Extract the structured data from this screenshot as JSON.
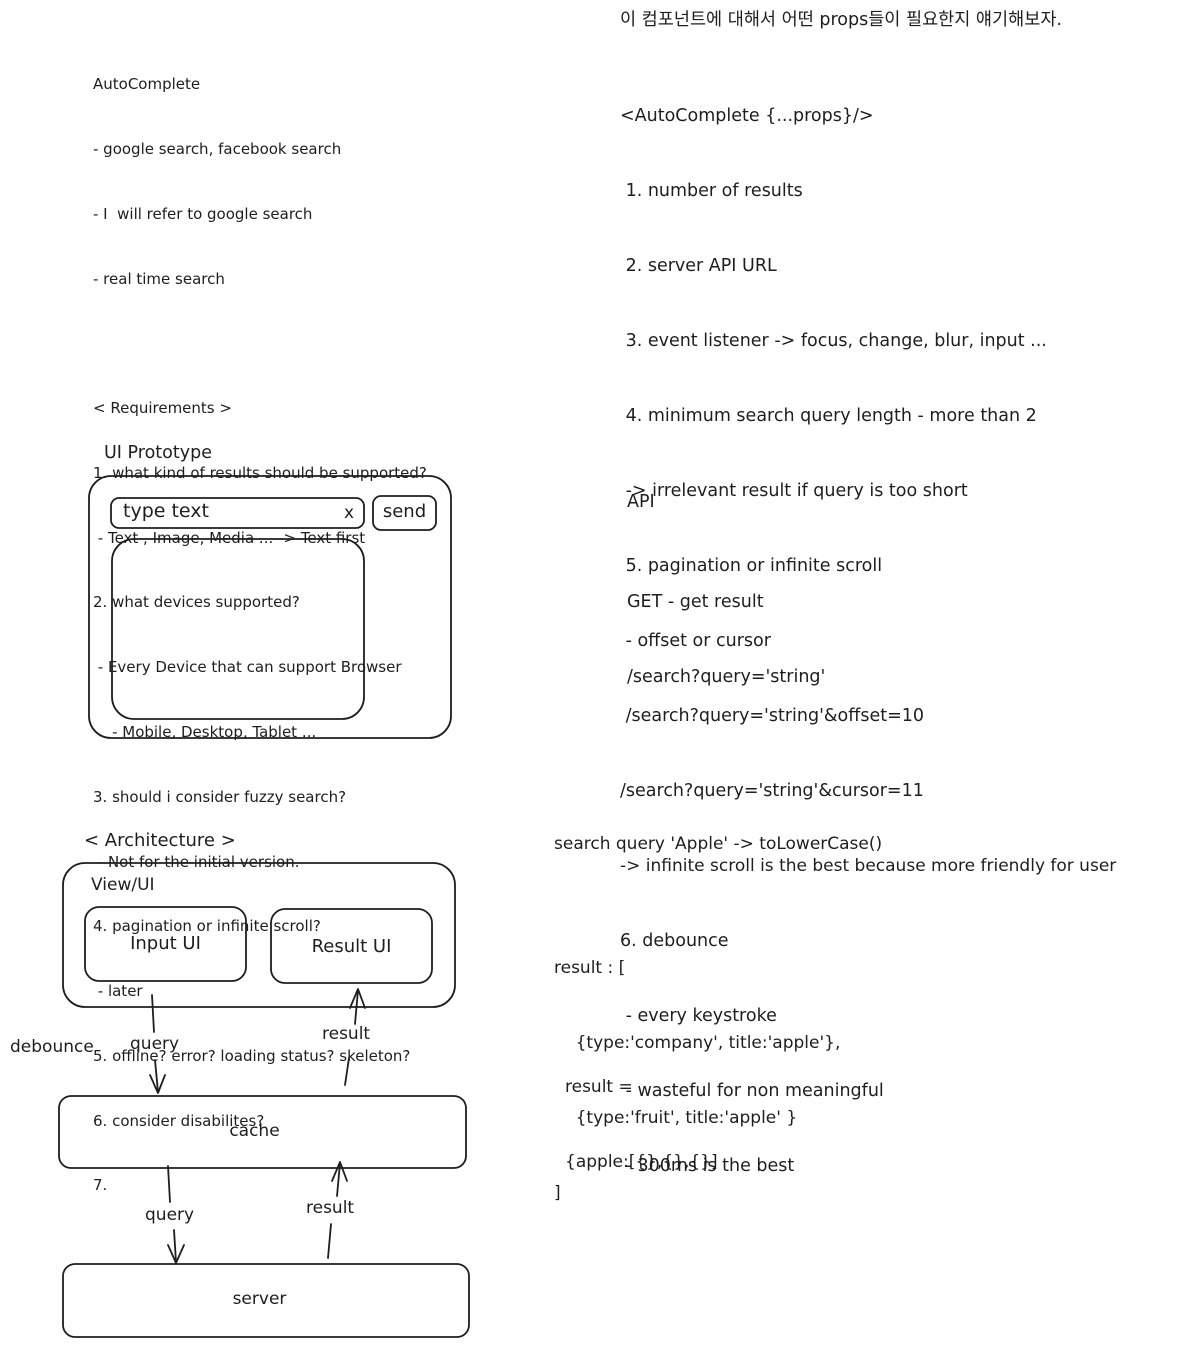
{
  "requirements": {
    "lines": [
      "AutoComplete",
      "- google search, facebook search",
      "- I  will refer to google search",
      "- real time search",
      "",
      "< Requirements >",
      "1. what kind of results should be supported?",
      " - Text , Image, Media ... -> Text first",
      "2. what devices supported?",
      " - Every Device that can support Browser",
      "    - Mobile, Desktop, Tablet ...",
      "3. should i consider fuzzy search?",
      " - Not for the initial version.",
      "4. pagination or infinite scroll?",
      " - later",
      "5. offline? error? loading status? skeleton?",
      "6. consider disabilites?",
      "7."
    ]
  },
  "props_notes": {
    "heading": "이 컴포넌트에 대해서 어떤 props들이 필요한지 얘기해보자.",
    "lines": [
      "<AutoComplete {...props}/>",
      " 1. number of results",
      " 2. server API URL",
      " 3. event listener -> focus, change, blur, input ...",
      " 4. minimum search query length - more than 2",
      " -> irrelevant result if query is too short",
      " 5. pagination or infinite scroll",
      " - offset or cursor",
      " /search?query='string'&offset=10",
      "/search?query='string'&cursor=11",
      "-> infinite scroll is the best because more friendly for user",
      "6. debounce",
      " - every keystroke",
      " - wasteful for non meaningful",
      " - 300ms is the best"
    ]
  },
  "api": {
    "title": "API",
    "lines": [
      "GET - get result",
      "/search?query='string'"
    ]
  },
  "prototype": {
    "title": "UI Prototype",
    "input_text": "type text",
    "clear_glyph": "x",
    "send_label": "send"
  },
  "architecture": {
    "title": "< Architecture >",
    "view_label": "View/UI",
    "input_ui": "Input UI",
    "result_ui": "Result UI",
    "debounce": "debounce",
    "query_top": "query",
    "result_top": "result",
    "cache": "cache",
    "query_bottom": "query",
    "result_bottom": "result",
    "server": "server"
  },
  "cache_notes": {
    "query_line": "search query 'Apple' -> toLowerCase()",
    "result_lines": [
      "result : [",
      "    {type:'company', title:'apple'},",
      "    {type:'fruit', title:'apple' }",
      "]"
    ],
    "result_map_lines": [
      "result =",
      "{apple:[{},{},{}]"
    ]
  },
  "colors": {
    "stroke": "#1e1e1e",
    "background": "#ffffff"
  }
}
